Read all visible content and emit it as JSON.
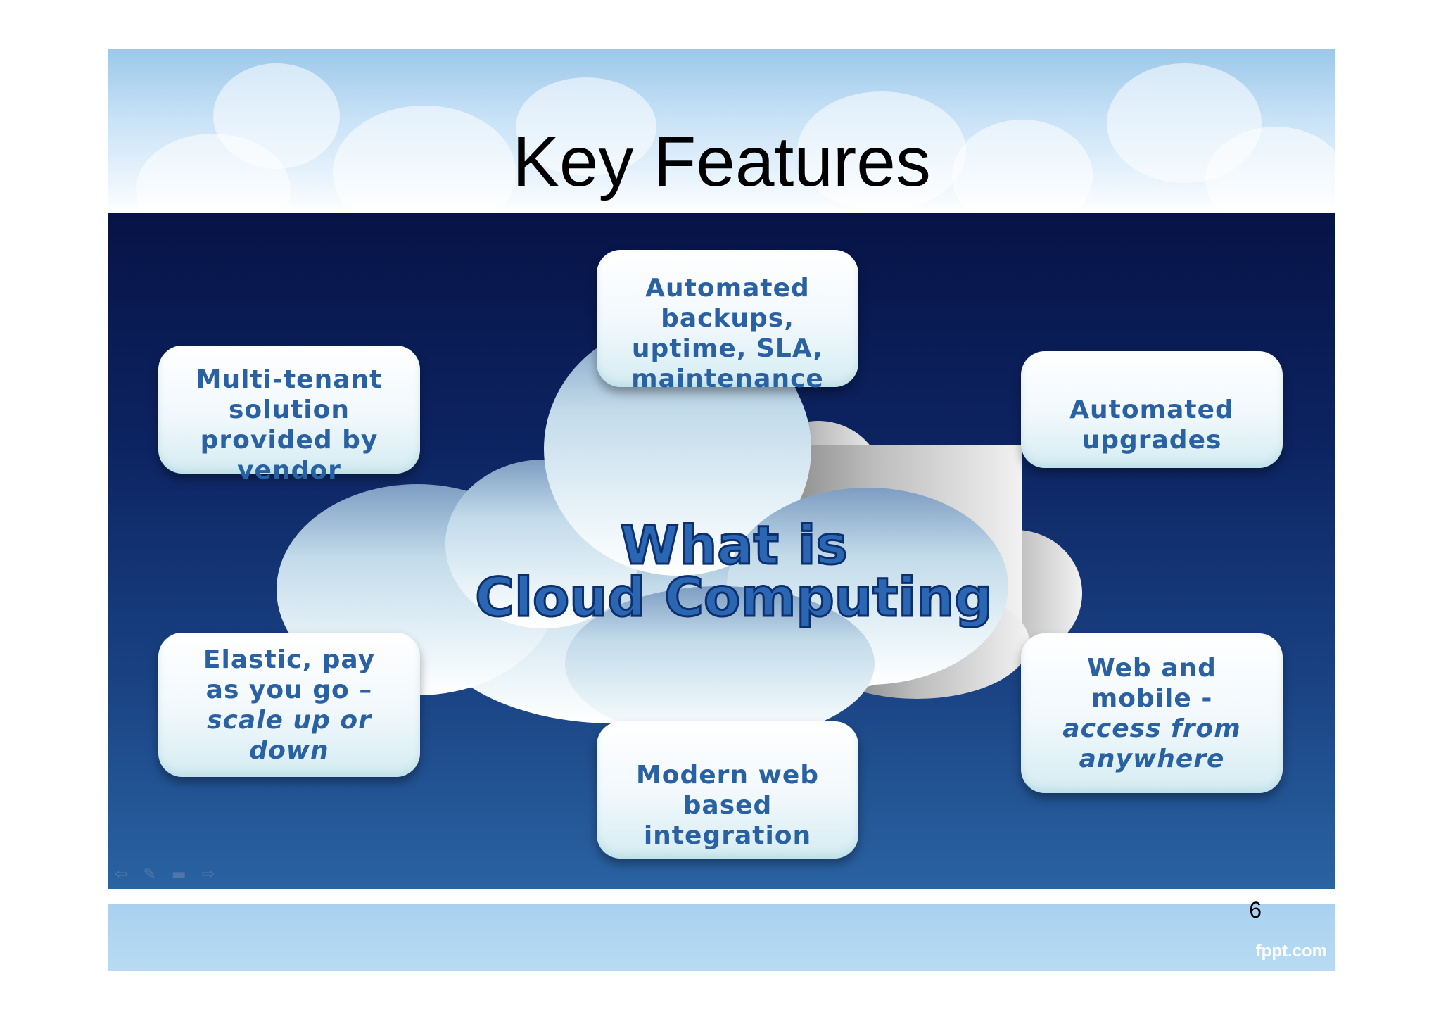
{
  "slide": {
    "title": "Key Features",
    "center": {
      "line1": "What is",
      "line2": "Cloud Computing"
    },
    "features": [
      {
        "id": "top",
        "text": "Automated\nbackups,\nuptime, SLA,\nmaintenance",
        "italic": ""
      },
      {
        "id": "top-left",
        "text": "Multi-tenant\nsolution\nprovided  by\nvendor",
        "italic": ""
      },
      {
        "id": "top-right",
        "text": "Automated\nupgrades",
        "italic": ""
      },
      {
        "id": "bottom-left",
        "text": "Elastic, pay\nas you go –\n",
        "italic": "scale up or\ndown"
      },
      {
        "id": "bottom",
        "text": "Modern web\nbased\nintegration",
        "italic": ""
      },
      {
        "id": "bottom-right",
        "text": "Web and\nmobile -\n",
        "italic": "access from\nanywhere"
      }
    ],
    "page_number": "6",
    "brand": "fppt.com",
    "colors": {
      "panel_top": "#071346",
      "panel_bottom": "#2a63a2",
      "box_text": "#2a61a3",
      "footer": "#b8dbf3"
    }
  }
}
